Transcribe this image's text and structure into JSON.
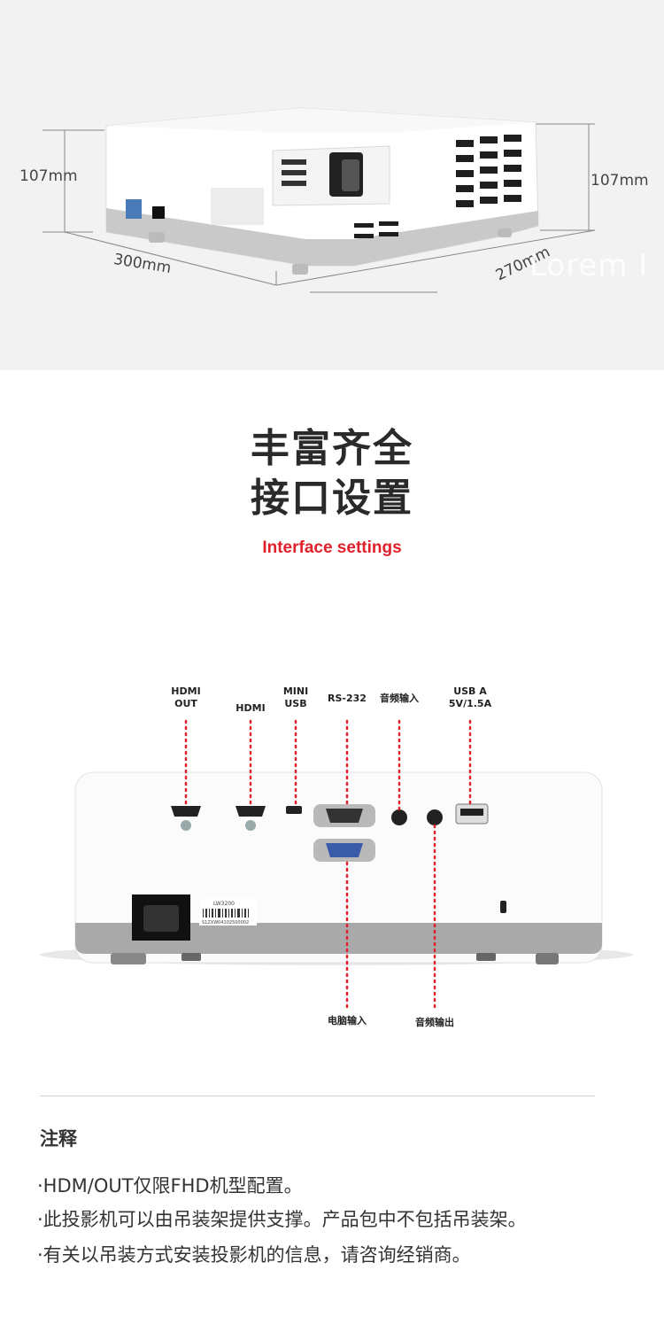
{
  "dimensions": {
    "height_left": "107mm",
    "height_right": "107mm",
    "width": "300mm",
    "depth": "270mm",
    "watermark": "Lorem I"
  },
  "heading": {
    "line1": "丰富齐全",
    "line2": "接口设置",
    "subtitle": "Interface settings"
  },
  "ports": {
    "top": [
      {
        "label": "HDMI\nOUT"
      },
      {
        "label": "HDMI"
      },
      {
        "label": "MINI\nUSB"
      },
      {
        "label": "RS-232"
      },
      {
        "label": "音频输入"
      },
      {
        "label": "USB A\n5V/1.5A"
      }
    ],
    "bottom": [
      {
        "label": "电脑输入"
      },
      {
        "label": "音频输出"
      }
    ],
    "model_label": "LW3200",
    "serial_label": "S1ZXW04102500002"
  },
  "colors": {
    "accent": "#e0202a",
    "dotted_line": "#e0202a"
  },
  "notes": {
    "title": "注释",
    "items": [
      "·HDM/OUT仅限FHD机型配置。",
      "·此投影机可以由吊装架提供支撑。产品包中不包括吊装架。",
      "·有关以吊装方式安装投影机的信息，请咨询经销商。"
    ]
  }
}
